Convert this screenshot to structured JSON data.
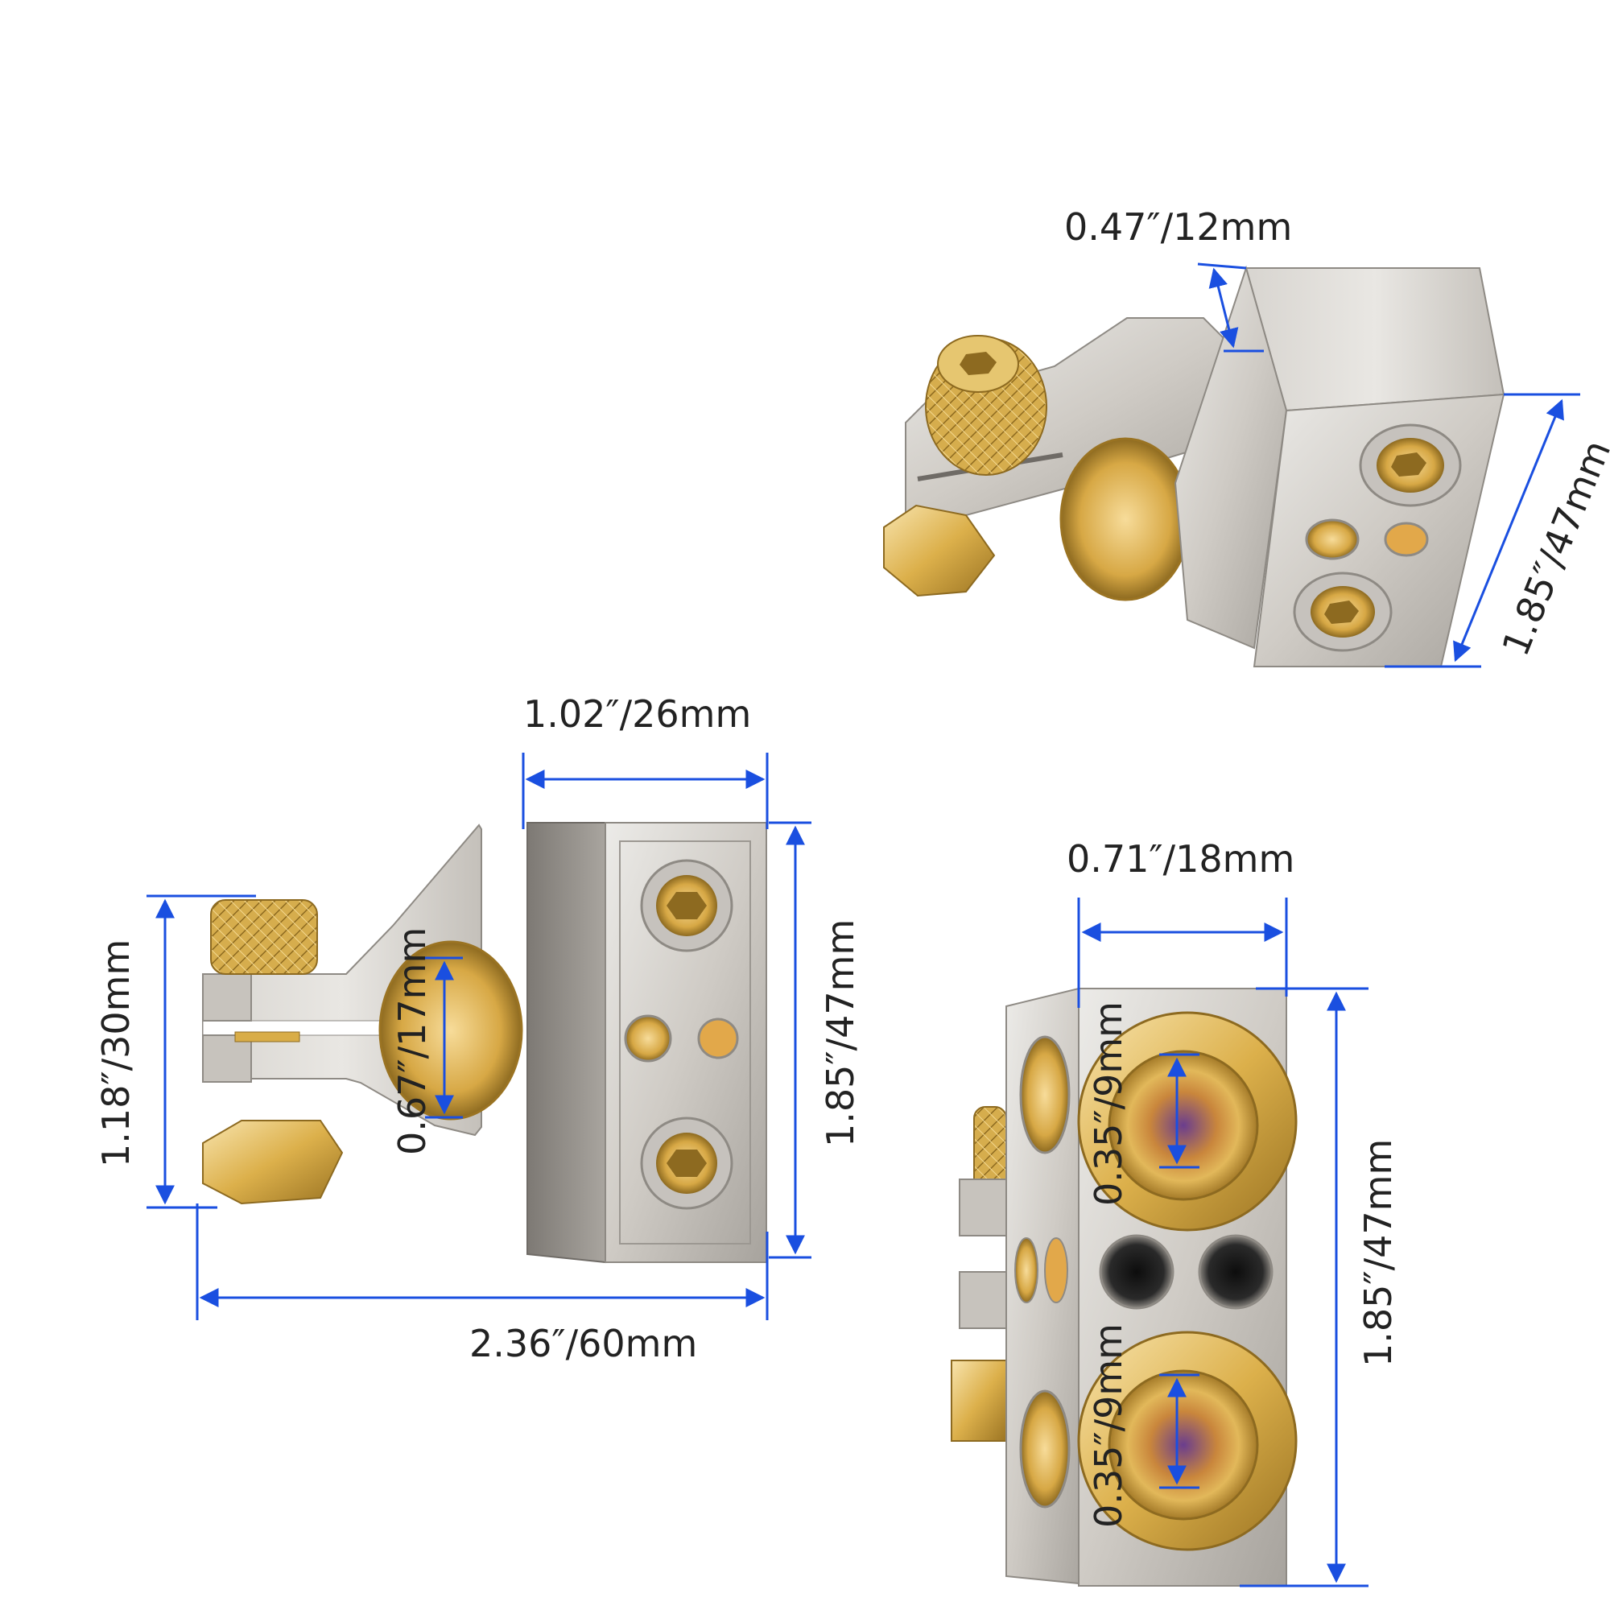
{
  "colors": {
    "background": "#ffffff",
    "dimension_line": "#1a4fe0",
    "label_text": "#222222",
    "metal_light": "#dedbd6",
    "metal_mid": "#c2beb8",
    "metal_dark": "#8e8a84",
    "brass_light": "#f6dfa2",
    "brass": "#d9ad48",
    "brass_dark": "#9a7322"
  },
  "labels": {
    "top_view_height": "0.47″/12mm",
    "top_view_depth": "1.85″/47mm",
    "side_view_width": "1.02″/26mm",
    "side_view_height": "1.85″/47mm",
    "side_view_overall_length": "2.36″/60mm",
    "side_view_clamp_height": "1.18″/30mm",
    "side_view_post_hole": "0.67″/17mm",
    "front_view_width": "0.71″/18mm",
    "front_view_height": "1.85″/47mm",
    "front_view_upper_port": "0.35″/9mm",
    "front_view_lower_port": "0.35″/9mm"
  },
  "product_views": [
    {
      "view": "isometric"
    },
    {
      "view": "side"
    },
    {
      "view": "front"
    }
  ]
}
